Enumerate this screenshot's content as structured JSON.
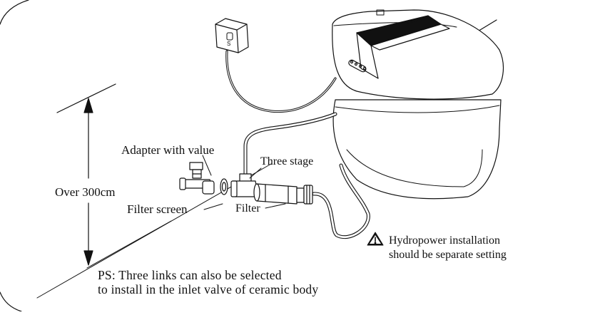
{
  "labels": {
    "adapter": "Adapter with value",
    "three_stage": "Three stage",
    "height": "Over 300cm",
    "filter_screen": "Filter screen",
    "filter": "Filter",
    "hydro_line1": "Hydropower installation",
    "hydro_line2": "should be separate setting",
    "ps_line1": "PS: Three links can also be selected",
    "ps_line2": "to install in the inlet valve of ceramic body"
  },
  "icons": [
    "warning-icon"
  ]
}
